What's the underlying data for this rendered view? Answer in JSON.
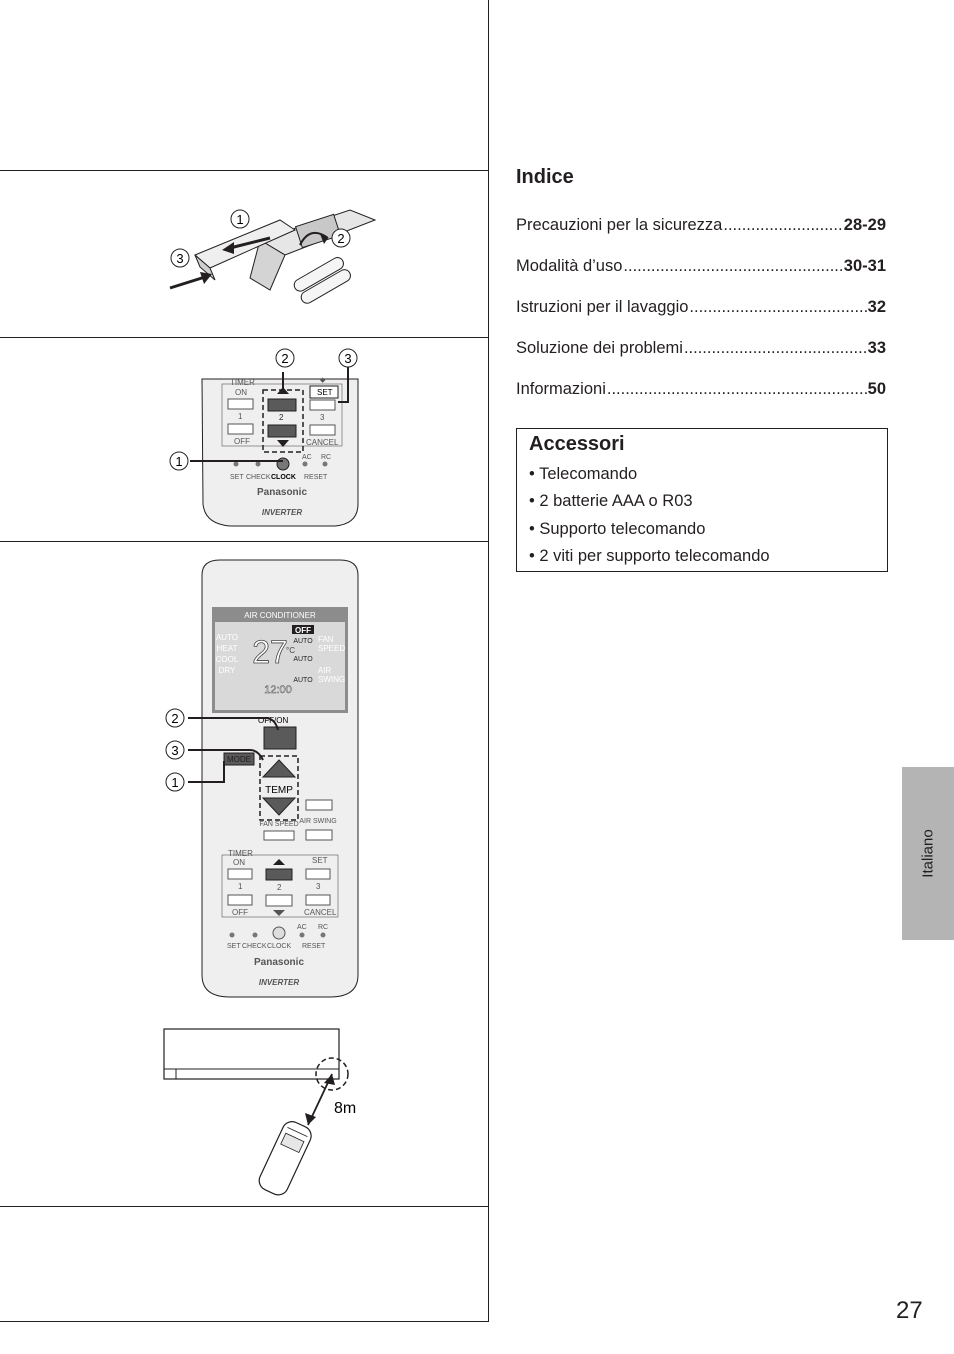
{
  "toc": {
    "title": "Indice",
    "entries": [
      {
        "label": "Precauzioni per la sicurezza",
        "pages": "28-29"
      },
      {
        "label": "Modalità d’uso",
        "pages": "30-31"
      },
      {
        "label": "Istruzioni per il lavaggio",
        "pages": "32"
      },
      {
        "label": "Soluzione dei problemi",
        "pages": "33"
      },
      {
        "label": "Informazioni",
        "pages": "50"
      }
    ]
  },
  "accessories": {
    "title": "Accessori",
    "items": [
      "• Telecomando",
      "• 2 batterie AAA o R03",
      "• Supporto telecomando",
      "• 2 viti per supporto telecomando"
    ]
  },
  "language_tab": "Italiano",
  "page_number": "27",
  "step_markers": {
    "one": "1",
    "two": "2",
    "three": "3"
  },
  "timer_panel": {
    "timer": "TIMER",
    "on": "ON",
    "off": "OFF",
    "set": "SET",
    "cancel": "CANCEL",
    "num1": "1",
    "num2": "2",
    "num3": "3",
    "check_labels": [
      "SET",
      "CHECK",
      "CLOCK",
      "RESET"
    ],
    "ac": "AC",
    "rc": "RC",
    "brand": "Panasonic",
    "inverter": "INVERTER"
  },
  "remote": {
    "display_header": "AIR CONDITIONER",
    "modes": [
      "AUTO",
      "HEAT",
      "COOL",
      "DRY"
    ],
    "temp": "27",
    "unit": "°C",
    "off_badge": "OFF",
    "auto": "AUTO",
    "fan_speed": [
      "FAN",
      "SPEED"
    ],
    "air_swing": [
      "AIR",
      "SWING"
    ],
    "clock": "12:00",
    "off_on": "OFF/ON",
    "mode": "MODE",
    "temp_label": "TEMP",
    "fan_speed_btn": "FAN SPEED",
    "air_swing_btn": "AIR SWING"
  },
  "range_label": "8m"
}
